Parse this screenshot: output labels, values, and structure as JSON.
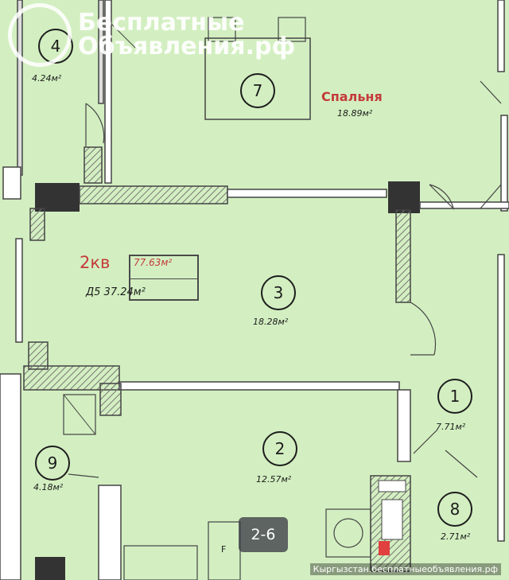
{
  "watermark": {
    "line1": "Бесплатные",
    "line2": "Объявления.рф"
  },
  "apartment": {
    "type": "2кв",
    "total_area": "77.63м²",
    "balcony_area": "Д5 37.24м²"
  },
  "rooms": [
    {
      "number": "1",
      "area": "7.71м²",
      "name": ""
    },
    {
      "number": "2",
      "area": "12.57м²",
      "name": ""
    },
    {
      "number": "3",
      "area": "18.28м²",
      "name": ""
    },
    {
      "number": "4",
      "area": "4.24м²",
      "name": ""
    },
    {
      "number": "7",
      "area": "18.89м²",
      "name": "Спальня"
    },
    {
      "number": "8",
      "area": "2.71м²",
      "name": ""
    },
    {
      "number": "9",
      "area": "4.18м²",
      "name": ""
    }
  ],
  "fridge_label": "F",
  "page_indicator": "2-6",
  "footer_url": "Кыргызстан.бесплатныеобъявления.рф",
  "colors": {
    "floor": "#d3efc1",
    "wall": "#333333",
    "accent_text": "#c43a3a",
    "badge": "#3c3c46"
  }
}
